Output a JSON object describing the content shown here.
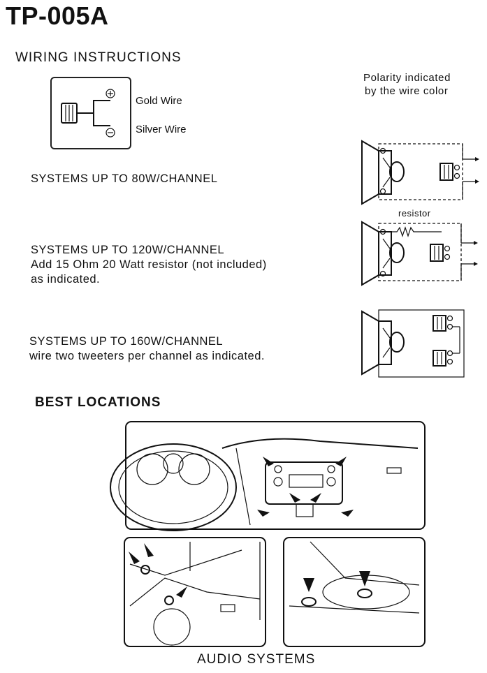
{
  "model": "TP-005A",
  "wiring_heading": "WIRING INSTRUCTIONS",
  "wire_diagram": {
    "positive_label": "Gold Wire",
    "negative_label": "Silver Wire",
    "positive_symbol": "⊕",
    "negative_symbol": "⊖"
  },
  "polarity_note": [
    "Polarity indicated",
    "by the wire color"
  ],
  "systems": [
    {
      "lines": [
        "SYSTEMS UP TO 80W/CHANNEL"
      ]
    },
    {
      "lines": [
        "SYSTEMS UP TO 120W/CHANNEL",
        "Add 15 Ohm 20 Watt resistor (not included)",
        "as indicated."
      ]
    },
    {
      "lines": [
        "SYSTEMS UP TO 160W/CHANNEL",
        "wire two tweeters per channel as indicated."
      ]
    }
  ],
  "resistor_label": "resistor",
  "best_locations_heading": "BEST LOCATIONS",
  "footer": "AUDIO SYSTEMS"
}
